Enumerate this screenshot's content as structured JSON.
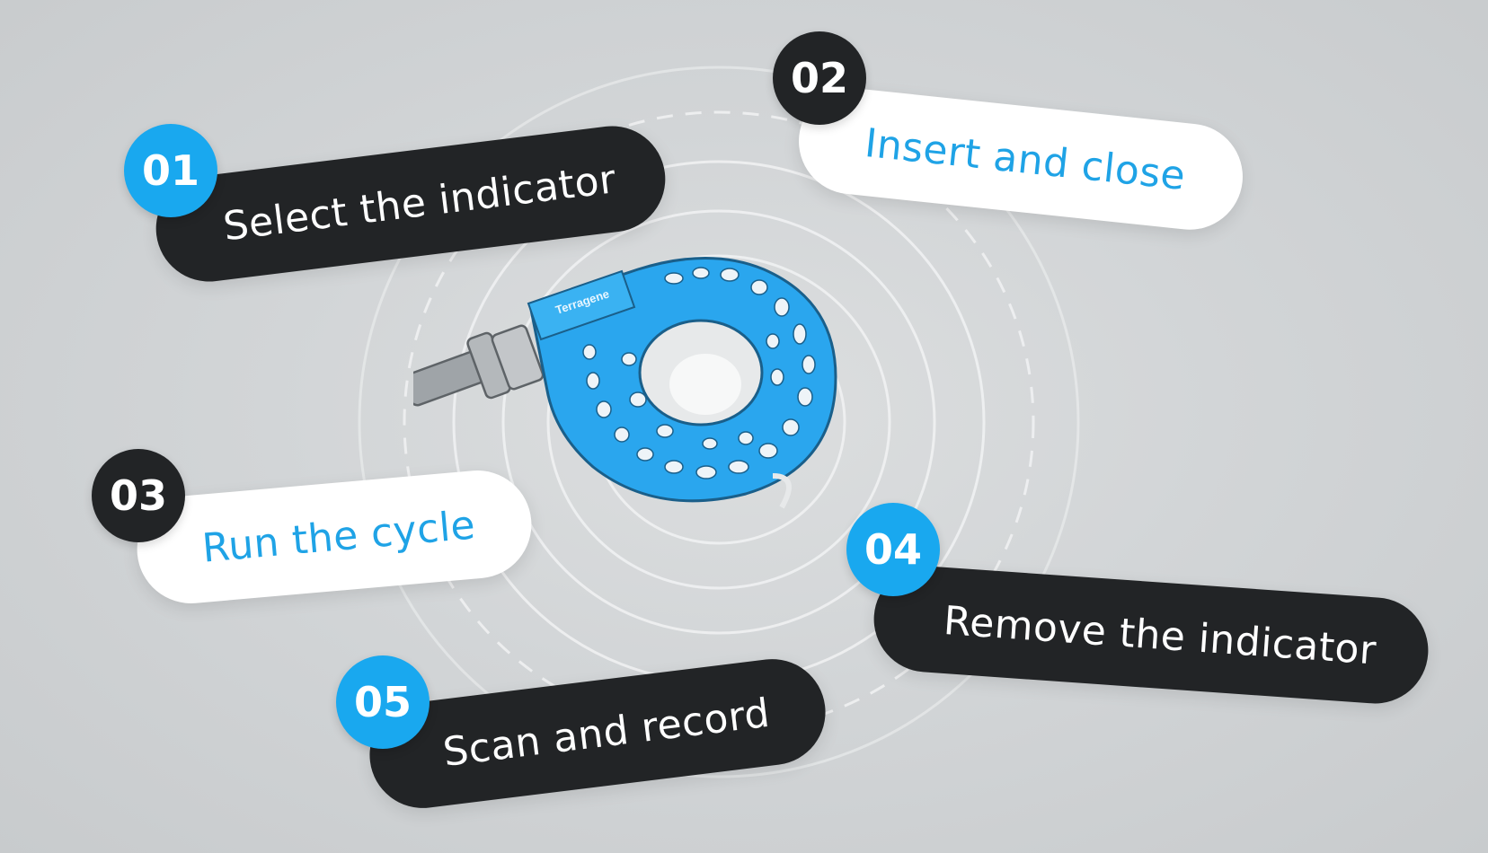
{
  "colors": {
    "accent_blue": "#19a8ef",
    "dark_pill": "#222426",
    "light_pill": "#ffffff",
    "background": "#d2d5d7",
    "device_blue": "#2aa6ee"
  },
  "device": {
    "brand_label": "Terragene"
  },
  "steps": [
    {
      "number": "01",
      "label": "Select the indicator"
    },
    {
      "number": "02",
      "label": "Insert and close"
    },
    {
      "number": "03",
      "label": "Run the cycle"
    },
    {
      "number": "04",
      "label": "Remove the indicator"
    },
    {
      "number": "05",
      "label": "Scan and record"
    }
  ]
}
